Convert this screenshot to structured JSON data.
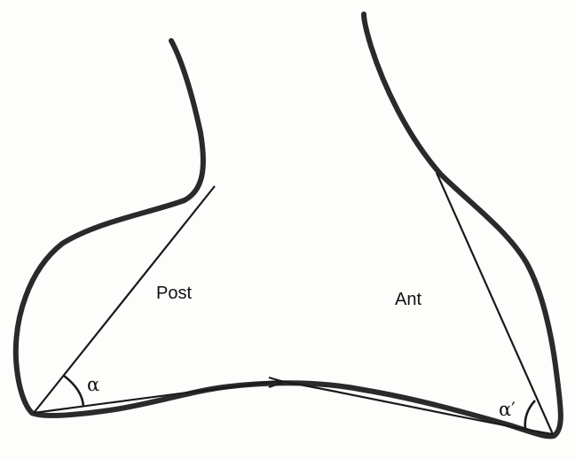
{
  "labels": {
    "post": "Post",
    "ant": "Ant",
    "alpha": "α",
    "alpha_prime": "α′"
  },
  "colors": {
    "outline": "#2a2a2a",
    "lines": "#1a1a1a",
    "text": "#111111",
    "background": "#fdfdfc"
  }
}
